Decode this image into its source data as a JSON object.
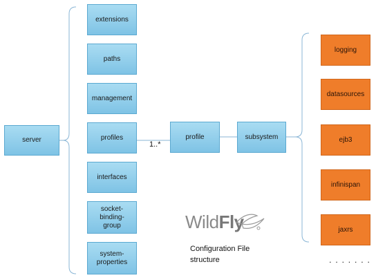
{
  "root": "server",
  "children": [
    "extensions",
    "paths",
    "management",
    "profiles",
    "interfaces",
    "socket-\nbinding-\ngroup",
    "system-\nproperties"
  ],
  "multiplicity": "1..*",
  "profile": "profile",
  "subsystem": "subsystem",
  "subsystems": [
    "logging",
    "datasources",
    "ejb3",
    "infinispan",
    "jaxrs"
  ],
  "more": ". . . . . . .",
  "logo": {
    "wild": "Wild",
    "fly": "Fly"
  },
  "caption_line1": "Configuration File",
  "caption_line2": "structure",
  "colors": {
    "blue_fill": "#8fcbea",
    "orange_fill": "#ef7d2a",
    "line": "#8ab6d6"
  }
}
